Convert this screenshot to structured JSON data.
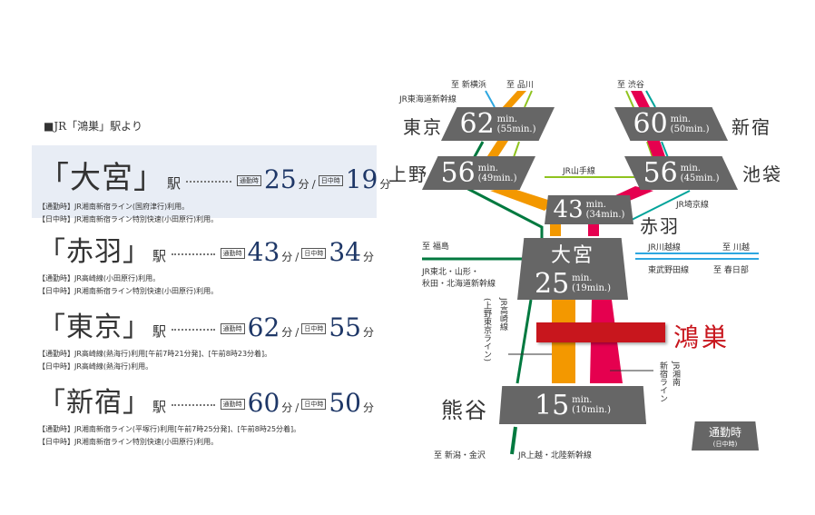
{
  "header": "■JR「鴻巣」駅より",
  "labels": {
    "commute_tag": "通勤時",
    "daytime_tag": "日中時",
    "min_unit": "分",
    "slash": "/",
    "eki": "駅"
  },
  "stations": [
    {
      "name": "「大宮」",
      "commute": "25",
      "daytime": "19",
      "notes": [
        "【通勤時】JR湘南新宿ライン(国府津行)利用。",
        "【日中時】JR湘南新宿ライン特別快速(小田原行)利用。"
      ]
    },
    {
      "name": "「赤羽」",
      "commute": "43",
      "daytime": "34",
      "notes": [
        "【通勤時】JR高崎線(小田原行)利用。",
        "【日中時】JR湘南新宿ライン特別快速(小田原行)利用。"
      ]
    },
    {
      "name": "「東京」",
      "commute": "62",
      "daytime": "55",
      "notes": [
        "【通勤時】JR高崎線(熱海行)利用[午前7時21分発]、[午前8時23分着]。",
        "【日中時】JR高崎線(熱海行)利用。"
      ]
    },
    {
      "name": "「新宿」",
      "commute": "60",
      "daytime": "50",
      "notes": [
        "【通勤時】JR湘南新宿ライン(平塚行)利用[午前7時25分発]、[午前8時25分着]。",
        "【日中時】JR湘南新宿ライン特別快速(小田原行)利用。"
      ]
    }
  ],
  "map": {
    "boxes": {
      "tokyo": {
        "num": "62",
        "min": "min.",
        "sub": "(55min.)"
      },
      "shinjuku": {
        "num": "60",
        "min": "min.",
        "sub": "(50min.)"
      },
      "ueno": {
        "num": "56",
        "min": "min.",
        "sub": "(49min.)"
      },
      "ikebukuro": {
        "num": "56",
        "min": "min.",
        "sub": "(45min.)"
      },
      "akabane": {
        "num": "43",
        "min": "min.",
        "sub": "(34min.)"
      },
      "omiya": {
        "title": "大宮",
        "num": "25",
        "min": "min.",
        "sub": "(19min.)"
      },
      "kumagaya": {
        "num": "15",
        "min": "min.",
        "sub": "(10min.)"
      }
    },
    "station_names": {
      "tokyo": "東京",
      "shinjuku": "新宿",
      "ueno": "上野",
      "ikebukuro": "池袋",
      "akabane": "赤羽",
      "kumagaya": "熊谷",
      "kounosu": "鴻巣"
    },
    "line_labels": {
      "shinyokohama": "至 新横浜",
      "shinagawa": "至 品川",
      "tokaido": "JR東海道新幹線",
      "shibuya": "至 渋谷",
      "yamanote": "JR山手線",
      "saikyo": "JR埼京線",
      "fukushima": "至 福島",
      "tohoku": "JR東北・山形・",
      "tohoku2": "秋田・北海道新幹線",
      "kawagoe_line": "JR川越線",
      "kawagoe": "至 川越",
      "tobu": "東武野田線",
      "kasukabe": "至 春日部",
      "takasaki": "JR高崎線",
      "takasaki_sub": "(上野東京ライン)",
      "shonan": "JR湘南",
      "shonan2": "新宿ライン",
      "niigata": "至 新潟・金沢",
      "joetsu": "JR上越・北陸新幹線"
    },
    "legend": {
      "main": "通勤時",
      "sub": "(日中時)"
    },
    "colors": {
      "box": "#666666",
      "orange": "#f39800",
      "pink": "#e5004f",
      "green": "#00793f",
      "lime": "#8fc31f",
      "teal": "#00a39a",
      "blue": "#2ea7e0",
      "red": "#c8161d"
    }
  }
}
